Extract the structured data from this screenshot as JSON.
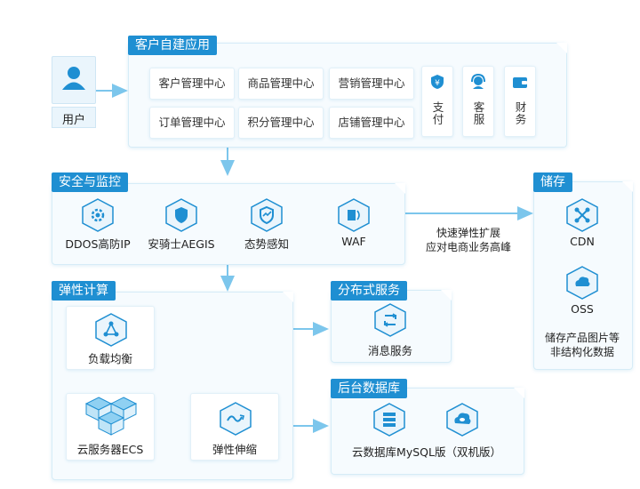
{
  "user": {
    "label": "用户"
  },
  "app": {
    "title": "客户自建应用",
    "items": [
      "客户管理中心",
      "商品管理中心",
      "营销管理中心",
      "订单管理中心",
      "积分管理中心",
      "店铺管理中心"
    ],
    "mini": [
      "支付",
      "客服",
      "财务"
    ]
  },
  "security": {
    "title": "安全与监控",
    "items": [
      "DDOS高防IP",
      "安骑士AEGIS",
      "态势感知",
      "WAF"
    ]
  },
  "scaling_note": {
    "line1": "快速弹性扩展",
    "line2": "应对电商业务高峰"
  },
  "storage": {
    "title": "储存",
    "items": [
      "CDN",
      "OSS"
    ],
    "note1": "储存产品图片等",
    "note2": "非结构化数据"
  },
  "compute": {
    "title": "弹性计算",
    "slb": "负载均衡",
    "ecs": "云服务器ECS",
    "ess": "弹性伸缩"
  },
  "mq": {
    "title": "分布式服务",
    "item": "消息服务"
  },
  "db": {
    "title": "后台数据库",
    "item": "云数据库MySQL版（双机版）"
  },
  "colors": {
    "accent": "#1f8fd2",
    "arrow": "#7cc6ec",
    "panel": "#f6fbfe"
  }
}
